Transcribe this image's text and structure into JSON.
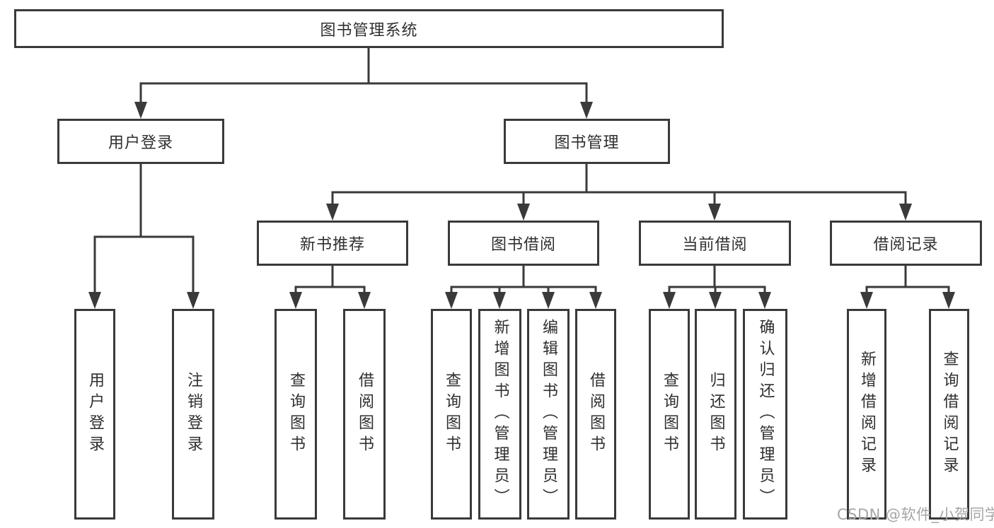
{
  "tree": {
    "root": {
      "label": "图书管理系统",
      "children": [
        {
          "label": "用户登录",
          "children": [
            {
              "label": "用户登录"
            },
            {
              "label": "注销登录"
            }
          ]
        },
        {
          "label": "图书管理",
          "children": [
            {
              "label": "新书推荐",
              "children": [
                {
                  "label": "查询图书"
                },
                {
                  "label": "借阅图书"
                }
              ]
            },
            {
              "label": "图书借阅",
              "children": [
                {
                  "label": "查询图书"
                },
                {
                  "label": "新增图书（管理员）"
                },
                {
                  "label": "编辑图书（管理员）"
                },
                {
                  "label": "借阅图书"
                }
              ]
            },
            {
              "label": "当前借阅",
              "children": [
                {
                  "label": "查询图书"
                },
                {
                  "label": "归还图书"
                },
                {
                  "label": "确认归还（管理员）"
                }
              ]
            },
            {
              "label": "借阅记录",
              "children": [
                {
                  "label": "新增借阅记录"
                },
                {
                  "label": "查询借阅记录"
                }
              ]
            }
          ]
        }
      ]
    }
  },
  "watermark": {
    "text": "CSDN @软件_小贺同学"
  },
  "colors": {
    "line": "#3a3a3a",
    "text": "#2f2f2f",
    "watermark": "#a6a6a6",
    "background": "#ffffff"
  }
}
